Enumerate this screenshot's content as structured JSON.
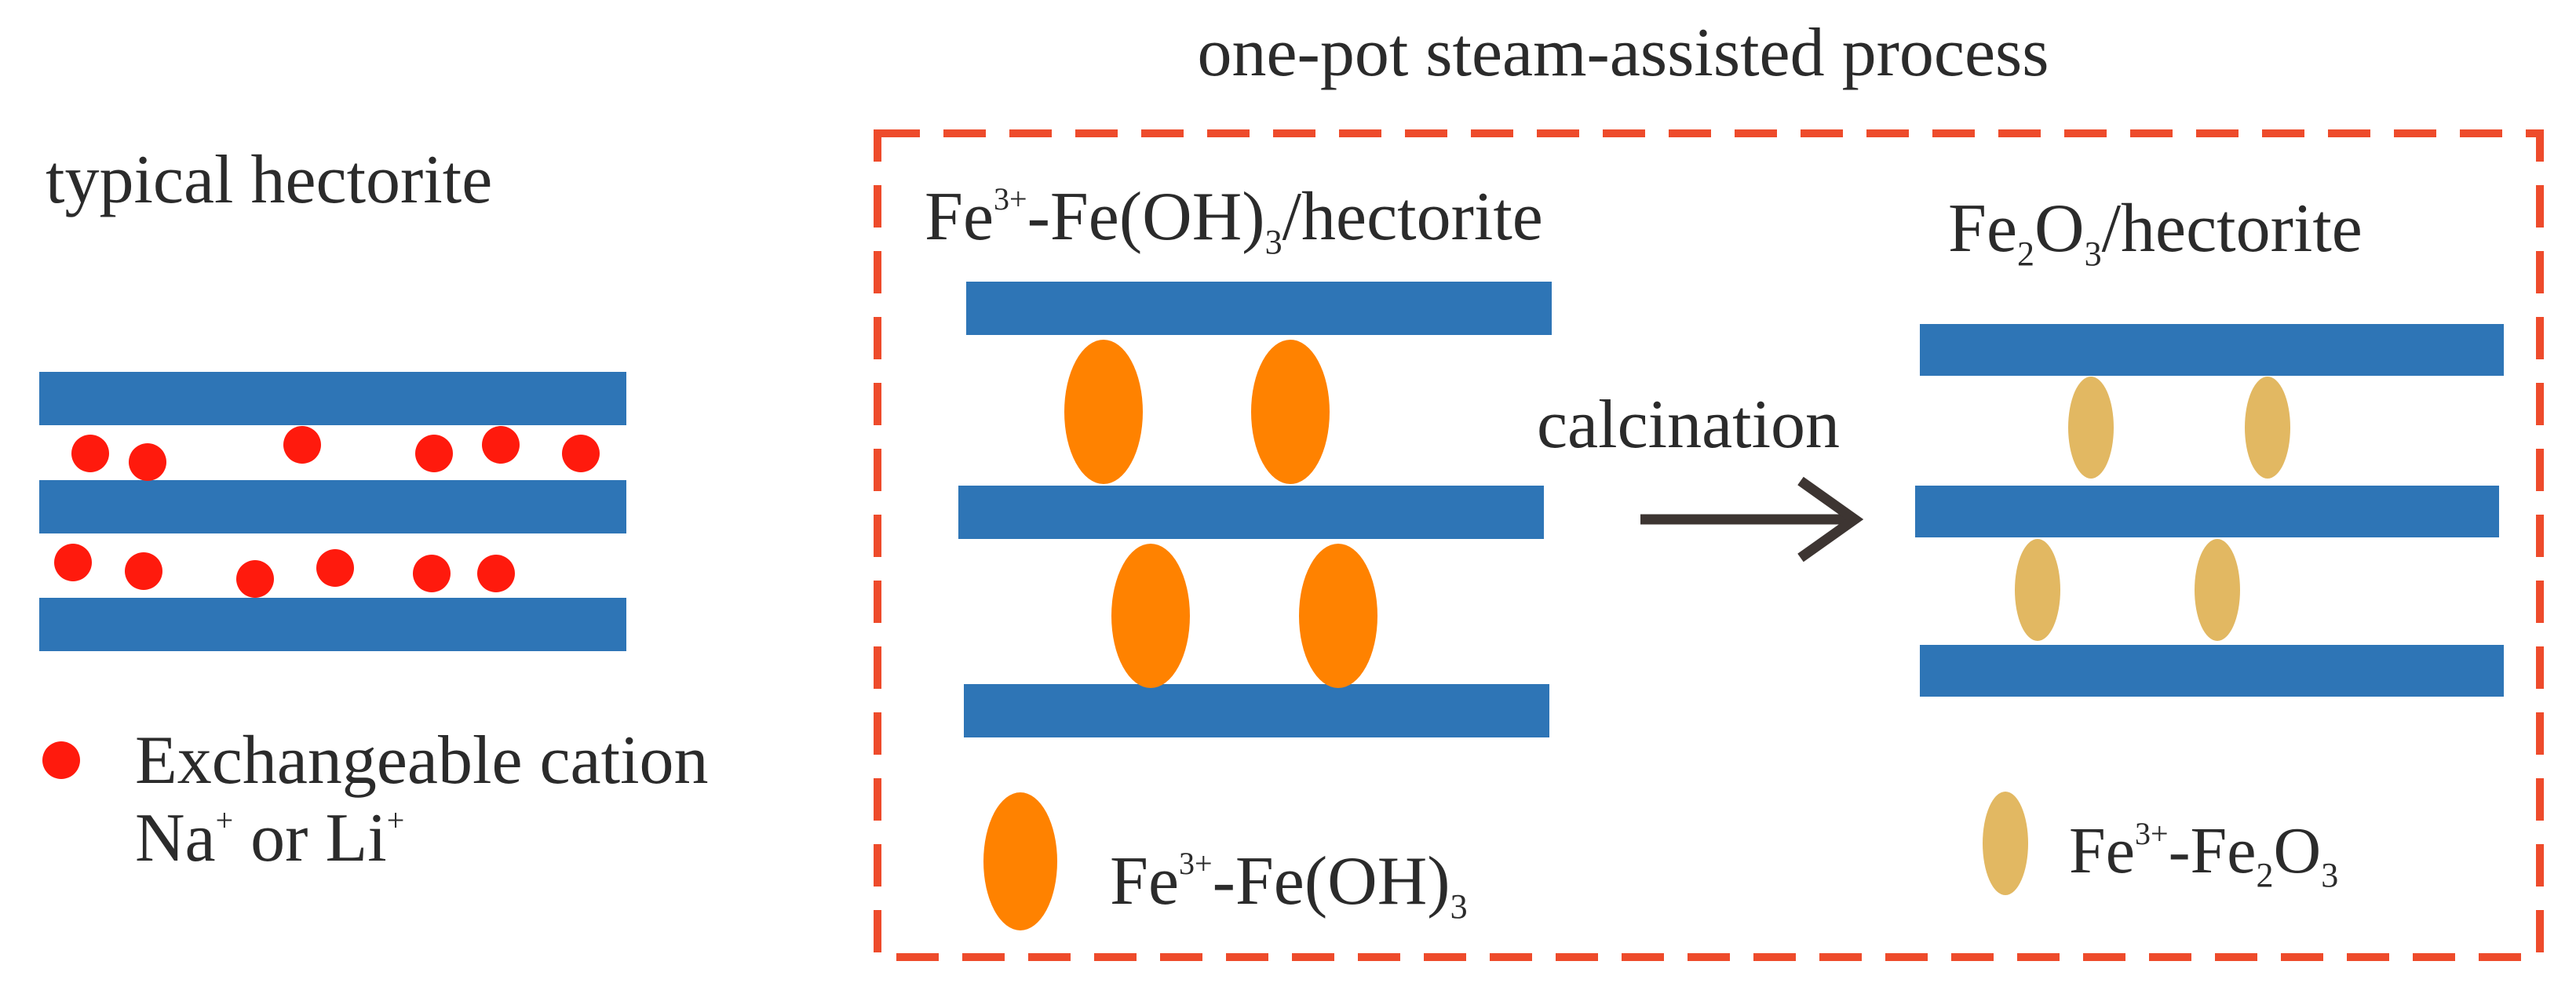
{
  "colors": {
    "layer": "#2e75b6",
    "cation": "#ff1a0d",
    "feoh3": "#ff8200",
    "fe2o3": "#e2b862",
    "box": "#ee4b2b",
    "arrow": "#3d3532",
    "text": "#2b2b2b"
  },
  "left_panel": {
    "title": "typical hectorite",
    "legend": {
      "line1": "Exchangeable cation",
      "na": "Na",
      "plus1": "+",
      "or_li": " or Li",
      "plus2": "+"
    }
  },
  "process": {
    "title": "one-pot steam-assisted process",
    "step": "calcination",
    "before": {
      "label_fe": "Fe",
      "label_charge": "3+",
      "label_mid": "-Fe(OH)",
      "label_sub": "3",
      "label_end": "/hectorite",
      "legend_fe": "Fe",
      "legend_charge": "3+",
      "legend_mid": "-Fe(OH)",
      "legend_sub": "3"
    },
    "after": {
      "label_fe": "Fe",
      "label_sub1": "2",
      "label_o": "O",
      "label_sub2": "3",
      "label_end": "/hectorite",
      "legend_fe": "Fe",
      "legend_charge": "3+",
      "legend_mid": "-Fe",
      "legend_sub1": "2",
      "legend_o": "O",
      "legend_sub2": "3"
    }
  }
}
